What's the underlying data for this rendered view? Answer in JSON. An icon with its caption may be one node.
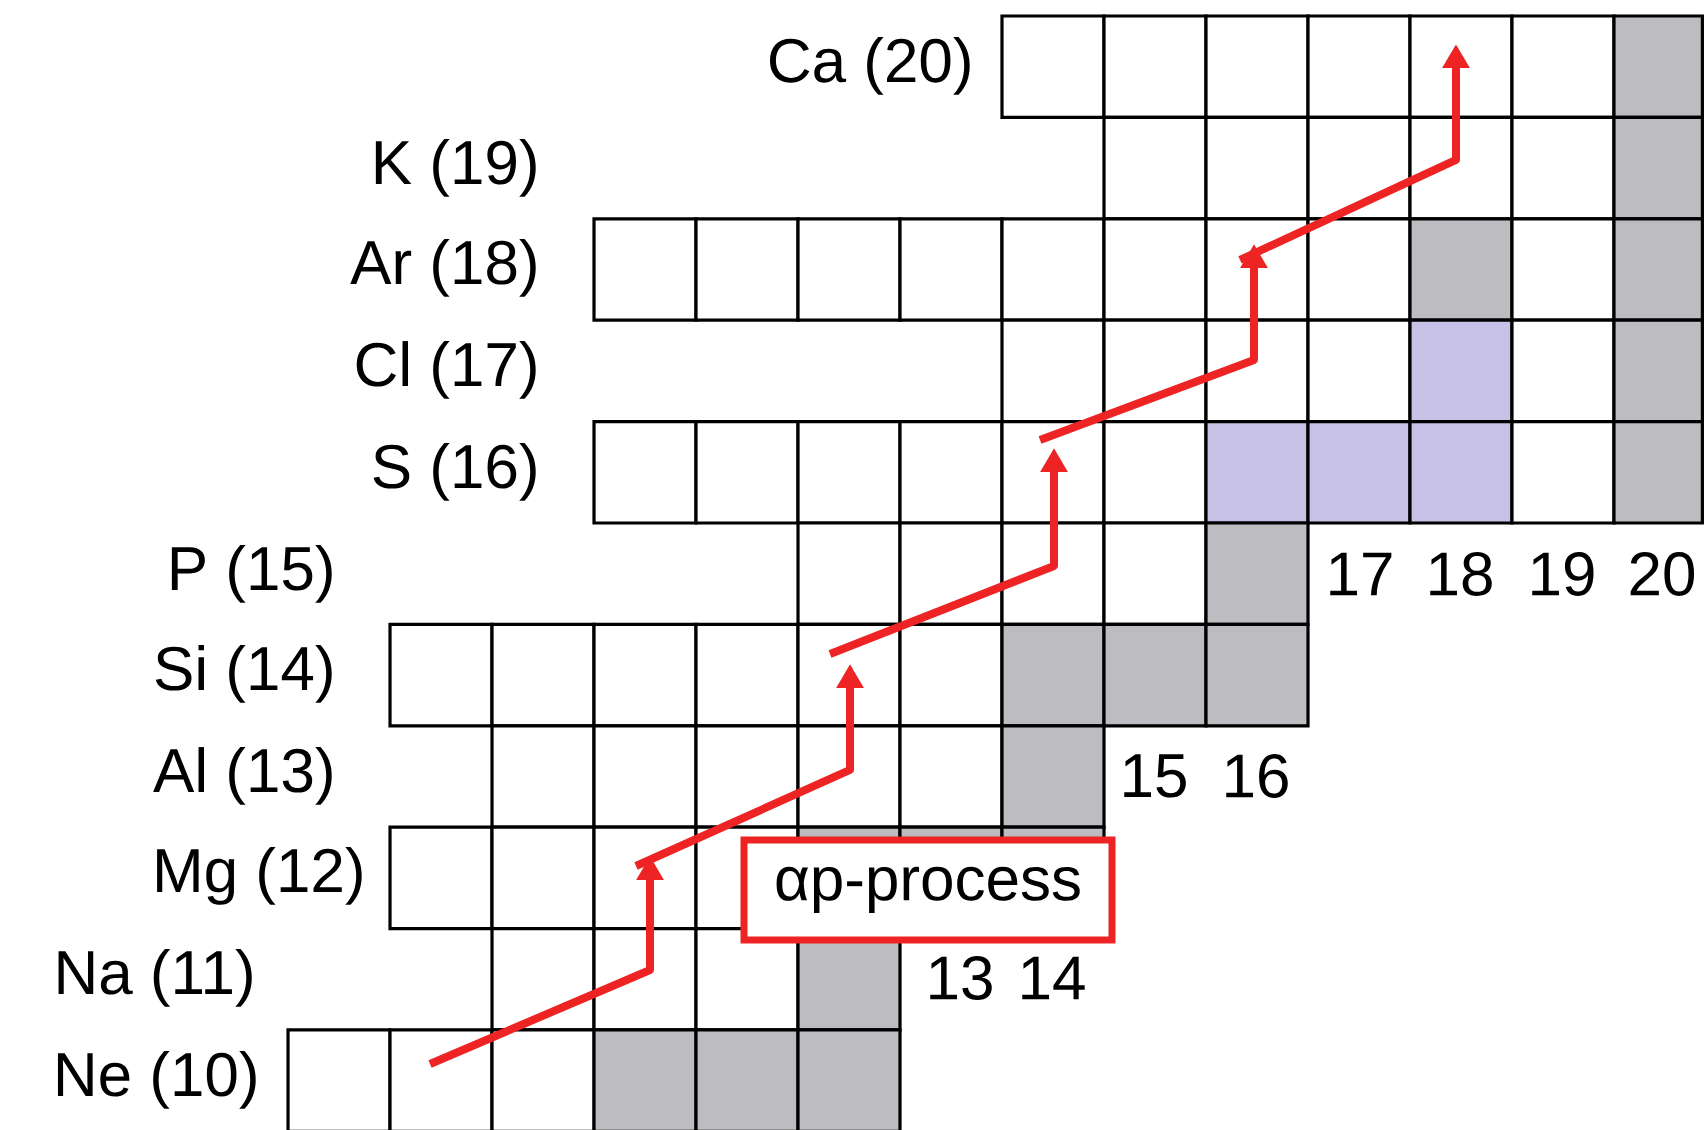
{
  "diagram": {
    "nodes": [
      {
        "text": [
          "αp-process"
        ]
      }
    ],
    "edges": [],
    "labels": [
      "Ca (20)",
      "K (19)",
      "Ar (18)",
      "Cl (17)",
      "S (16)",
      "P (15)",
      "17",
      "18",
      "19",
      "20",
      "Si (14)",
      "Al (13)",
      "15",
      "16",
      "Mg (12)",
      "Na (11)",
      "13",
      "14",
      "Ne (10)"
    ]
  }
}
